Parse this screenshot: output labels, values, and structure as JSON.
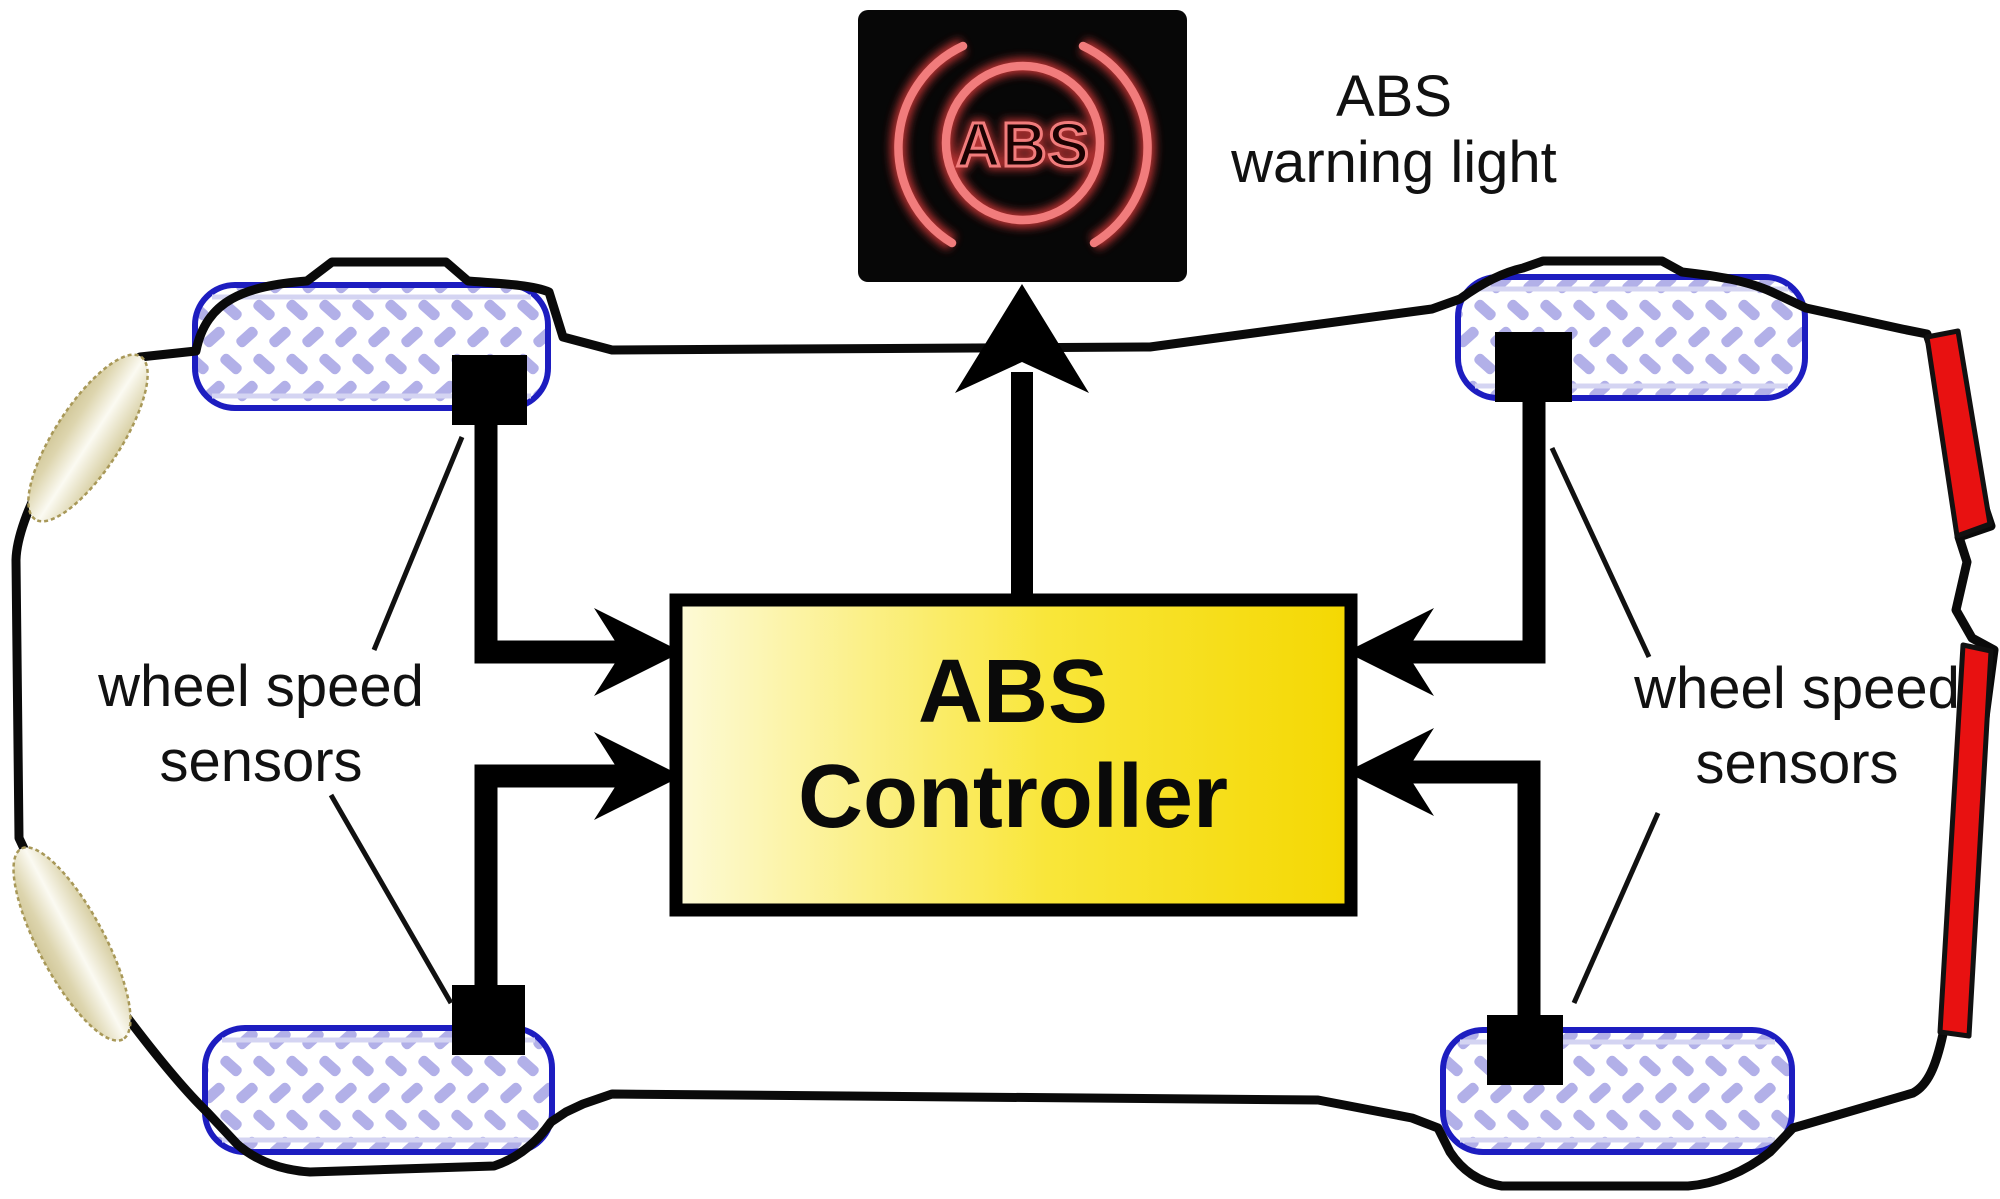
{
  "page": {
    "background": "#ffffff"
  },
  "warning_light": {
    "symbol_text": "ABS",
    "label_line1": "ABS",
    "label_line2": "warning light"
  },
  "controller": {
    "label_line1": "ABS",
    "label_line2": "Controller"
  },
  "sensor_labels": {
    "left_line1": "wheel speed",
    "left_line2": "sensors",
    "right_line1": "wheel speed",
    "right_line2": "sensors"
  },
  "colors": {
    "controller_fill_left": "#fdfad8",
    "controller_fill_mid": "#f9e63a",
    "controller_fill_right": "#f4d802",
    "controller_border": "#000000",
    "taillight_red": "#e81111",
    "headlight_cream": "#d9d1a6",
    "wheel_border_blue": "#1d1dc0",
    "wheel_tread": "#b2b0e8",
    "warning_red_bright": "#f17c7c",
    "warning_red_deep": "#c23434",
    "warning_box_black": "#070707",
    "line_black": "#000000"
  }
}
